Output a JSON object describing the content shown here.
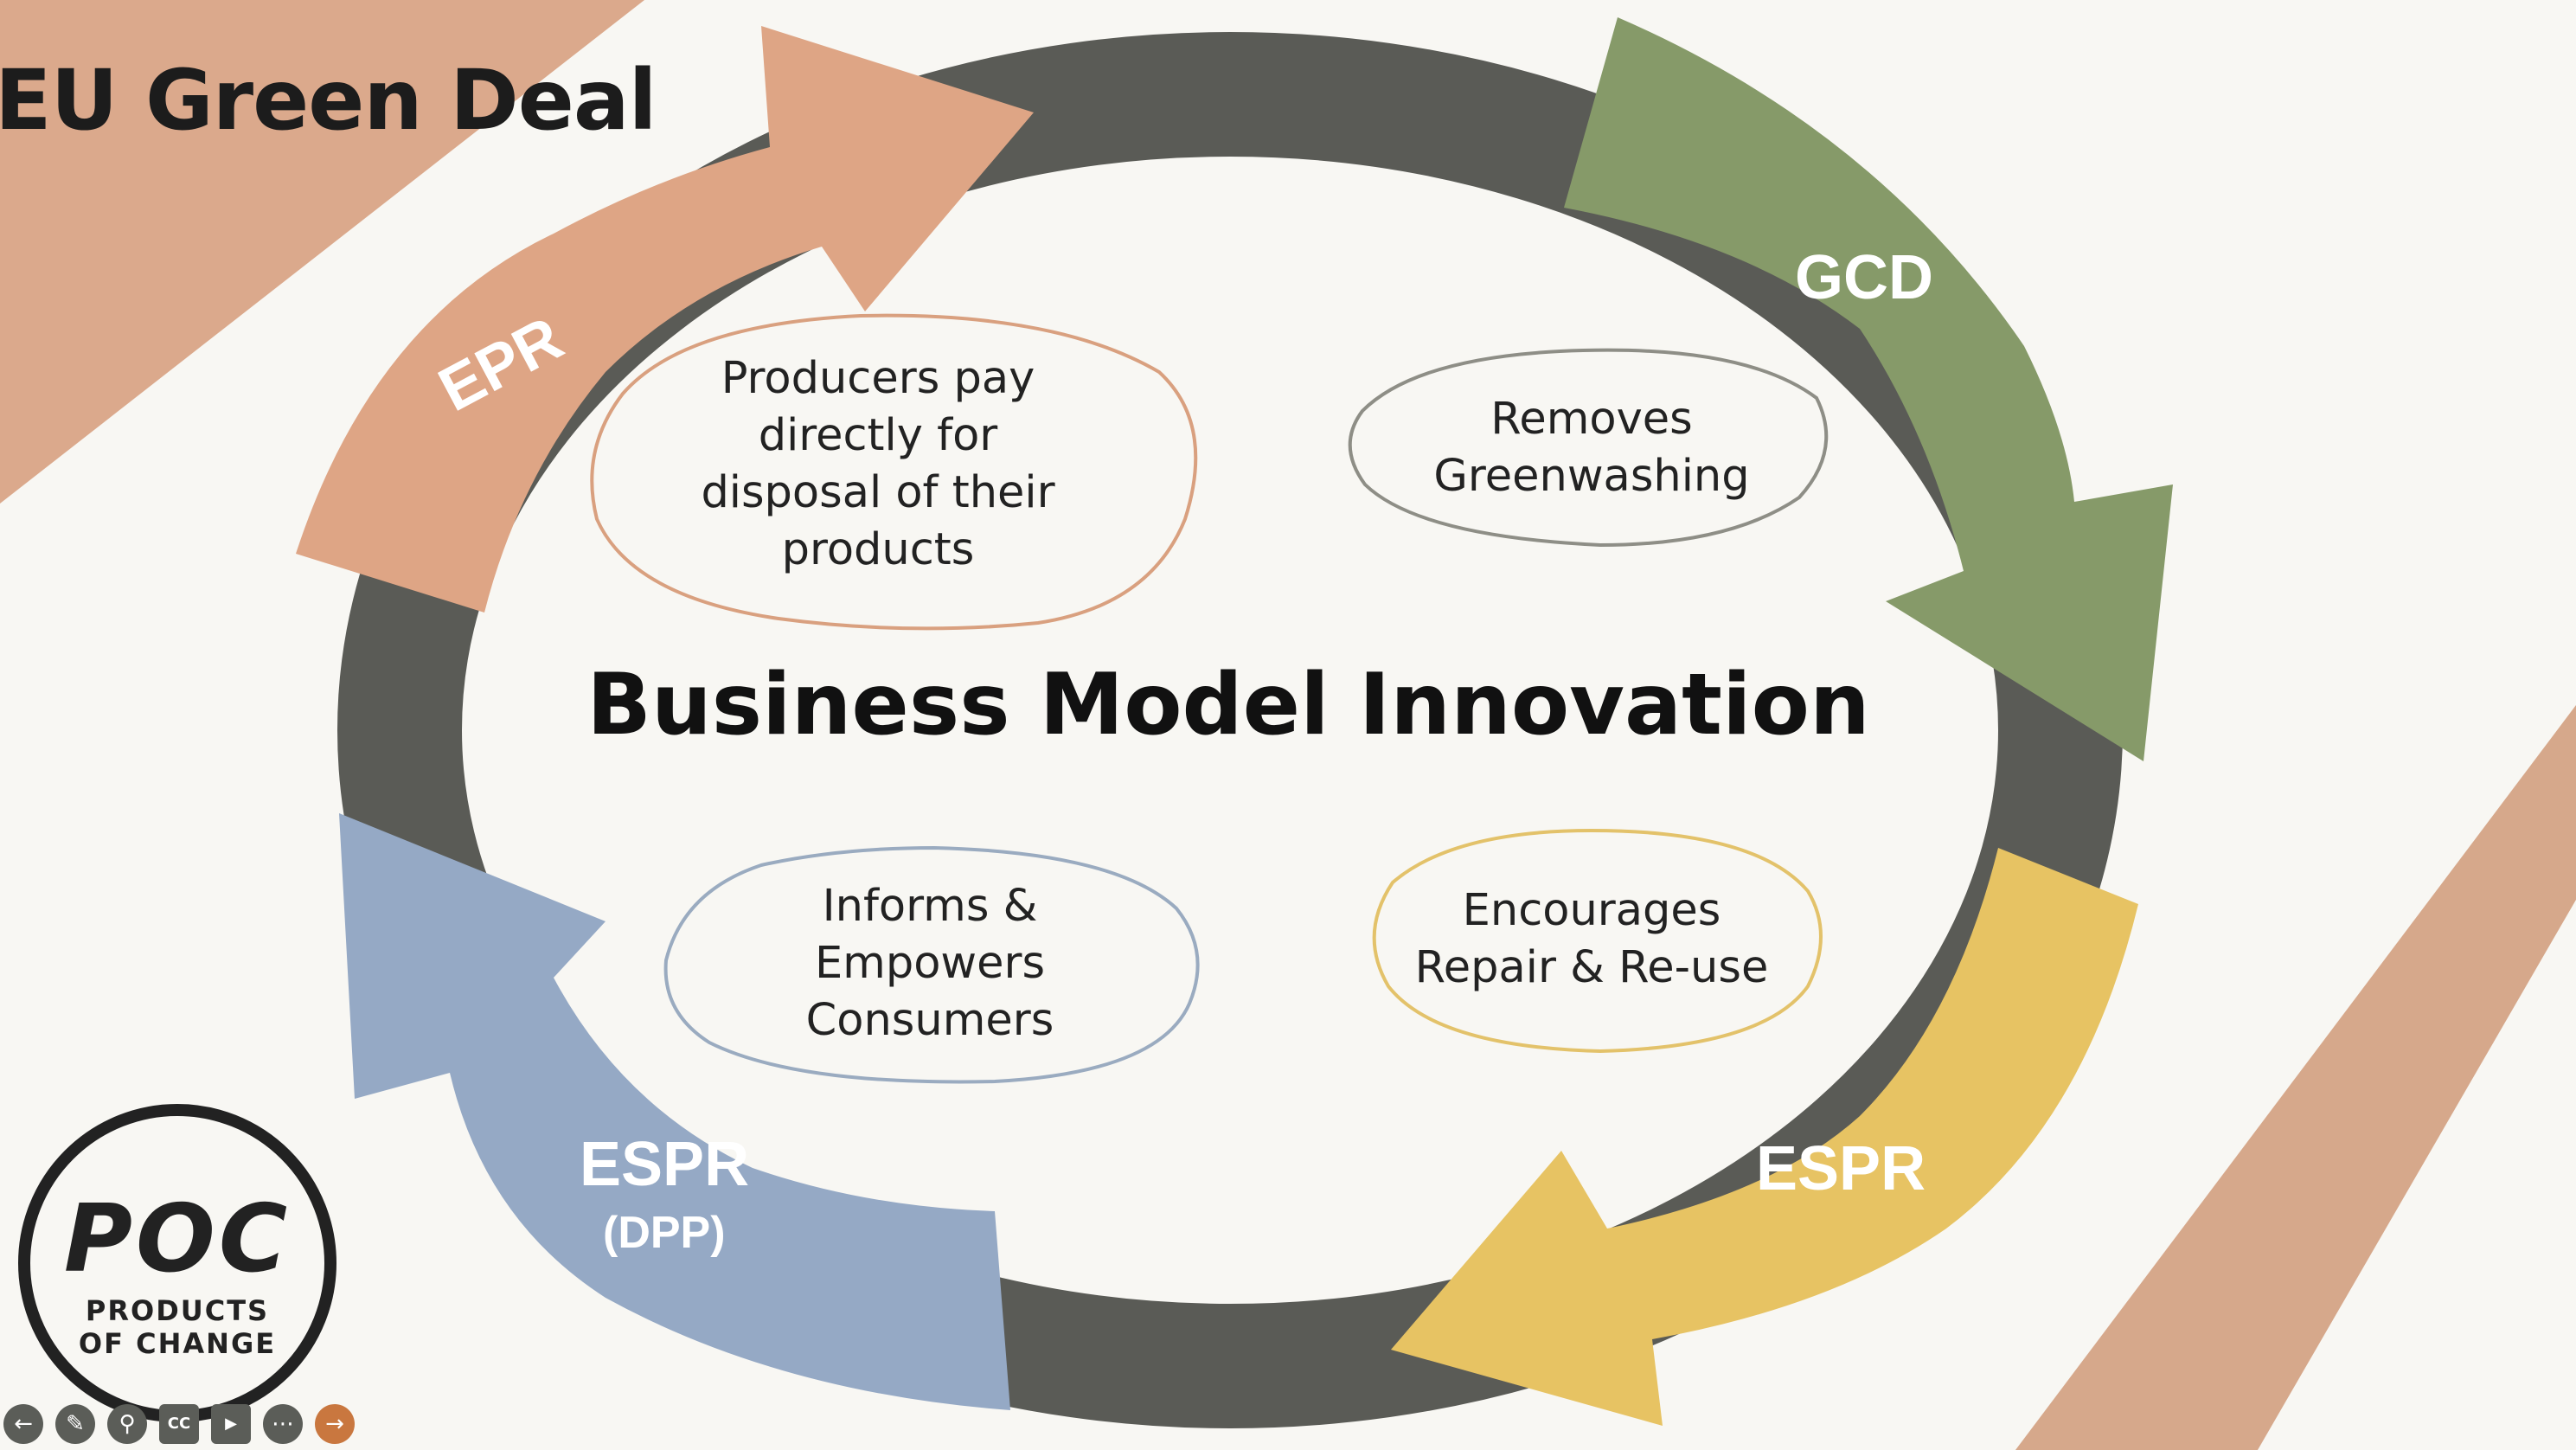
{
  "slide": {
    "title": "EU Green Deal",
    "center_title": "Business Model Innovation"
  },
  "cycle": {
    "arrows": [
      {
        "label": "EPR",
        "color": "#dea585"
      },
      {
        "label": "GCD",
        "color": "#859868"
      },
      {
        "label": "ESPR",
        "color": "#e7c363"
      },
      {
        "label": "ESPR",
        "sublabel": "(DPP)",
        "color": "#95a9c5"
      }
    ],
    "ring_color": "#5a5b56"
  },
  "bubbles": [
    {
      "lines": [
        "Producers pay",
        "directly for",
        "disposal of their",
        "products"
      ],
      "border": "#d9a07f"
    },
    {
      "lines": [
        "Removes",
        "Greenwashing"
      ],
      "border": "#8e8e86"
    },
    {
      "lines": [
        "Informs &",
        "Empowers",
        "Consumers"
      ],
      "border": "#9aabc0"
    },
    {
      "lines": [
        "Encourages",
        "Repair & Re-use"
      ],
      "border": "#e3c26a"
    }
  ],
  "logo": {
    "mark": "POC",
    "line1": "PRODUCTS",
    "line2": "OF CHANGE"
  },
  "toolbar": {
    "icons": [
      "back-icon",
      "pen-icon",
      "zoom-icon",
      "captions-icon",
      "video-icon",
      "more-icon",
      "next-icon"
    ],
    "captions_label": "CC"
  }
}
